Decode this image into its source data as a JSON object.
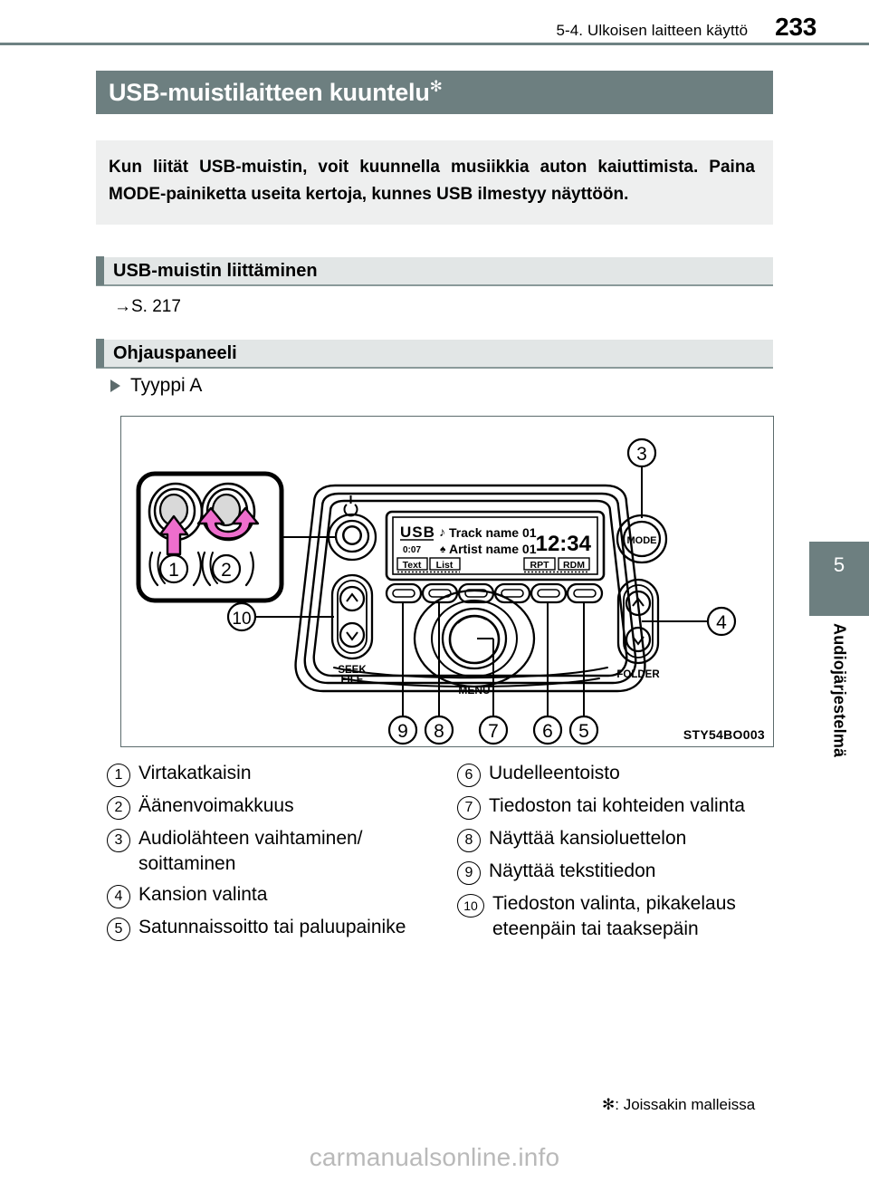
{
  "header": {
    "section": "5-4. Ulkoisen laitteen käyttö",
    "page_number": "233"
  },
  "title": {
    "text": "USB-muistilaitteen kuuntelu",
    "star": "✻"
  },
  "intro": {
    "paragraph": "Kun liität USB-muistin, voit kuunnella musiikkia auton kaiuttimista. Paina MODE-painiketta useita kertoja, kunnes USB ilmestyy näyttöön."
  },
  "sections": [
    {
      "title": "USB-muistin liittäminen"
    },
    {
      "title": "Ohjauspaneeli"
    }
  ],
  "page_reference": {
    "arrow": "→",
    "text": "S. 217"
  },
  "subheading": {
    "text": "Tyyppi A"
  },
  "figure": {
    "code": "STY54BO003",
    "display": {
      "source": "USB",
      "track_icon": "♪",
      "track_name": "Track name 01",
      "artist_icon": "♠",
      "artist_name": "Artist name 01",
      "elapsed_time": "0:07",
      "clock": "12:34",
      "softkey_text": "Text",
      "softkey_list": "List",
      "indicator_rpt": "RPT",
      "indicator_rdm": "RDM"
    },
    "labels": {
      "mode_button": "MODE",
      "seek_file": "SEEK\nFILE",
      "seek": "SEEK",
      "file": "FILE",
      "folder": "FOLDER",
      "menu": "MENU",
      "power_icon": "⏻"
    },
    "callout_markers": [
      "1",
      "2",
      "3",
      "4",
      "5",
      "6",
      "7",
      "8",
      "9",
      "10"
    ],
    "colors": {
      "arrow_pink": "#ee6ecd",
      "knob_fill": "#d9d9d9",
      "outline": "#000000"
    }
  },
  "callouts": {
    "left": [
      {
        "num": "1",
        "label": "Virtakatkaisin"
      },
      {
        "num": "2",
        "label": "Äänenvoimakkuus"
      },
      {
        "num": "3",
        "label": "Audiolähteen vaihtaminen/ soittaminen"
      },
      {
        "num": "4",
        "label": "Kansion valinta"
      },
      {
        "num": "5",
        "label": "Satunnaissoitto tai paluupainike"
      }
    ],
    "right": [
      {
        "num": "6",
        "label": "Uudelleentoisto"
      },
      {
        "num": "7",
        "label": "Tiedoston tai kohteiden valinta"
      },
      {
        "num": "8",
        "label": "Näyttää kansioluettelon"
      },
      {
        "num": "9",
        "label": "Näyttää tekstitiedon"
      },
      {
        "num": "10",
        "label": "Tiedoston valinta, pikakelaus eteenpäin tai taaksepäin"
      }
    ]
  },
  "sidebar": {
    "chapter_number": "5",
    "chapter_name": "Audiojärjestelmä"
  },
  "footnote": {
    "text": "✻: Joissakin malleissa"
  },
  "watermark": {
    "text": "carmanualsonline.info"
  },
  "colors": {
    "brand_teal": "#6d7f80",
    "rule": "#6e8283",
    "intro_bg": "#eeefef",
    "section_bg": "#e2e6e6"
  }
}
